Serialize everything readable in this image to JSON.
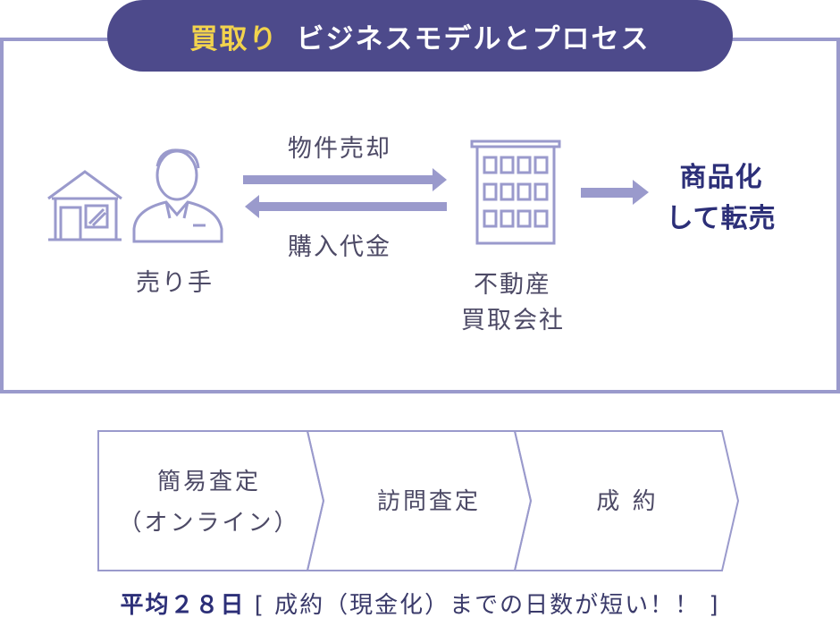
{
  "header": {
    "accent": "買取り",
    "title": "ビジネスモデルとプロセス"
  },
  "flow": {
    "seller_label": "売り手",
    "arrow_top_label": "物件売却",
    "arrow_bottom_label": "購入代金",
    "company_label_line1": "不動産",
    "company_label_line2": "買取会社",
    "result_line1": "商品化",
    "result_line2": "して転売"
  },
  "steps": [
    {
      "line1": "簡易査定",
      "line2": "（オンライン）"
    },
    {
      "line1": "訪問査定",
      "line2": ""
    },
    {
      "line1": "成 約",
      "line2": ""
    }
  ],
  "summary": {
    "lead": "平均２８日",
    "detail": "[ 成約（現金化）までの日数が短い！！ ]"
  },
  "colors": {
    "navy": "#4d4a8b",
    "accent_yellow": "#f2d34d",
    "line_purple": "#9a9acc",
    "dark_blue": "#2c2f78"
  }
}
